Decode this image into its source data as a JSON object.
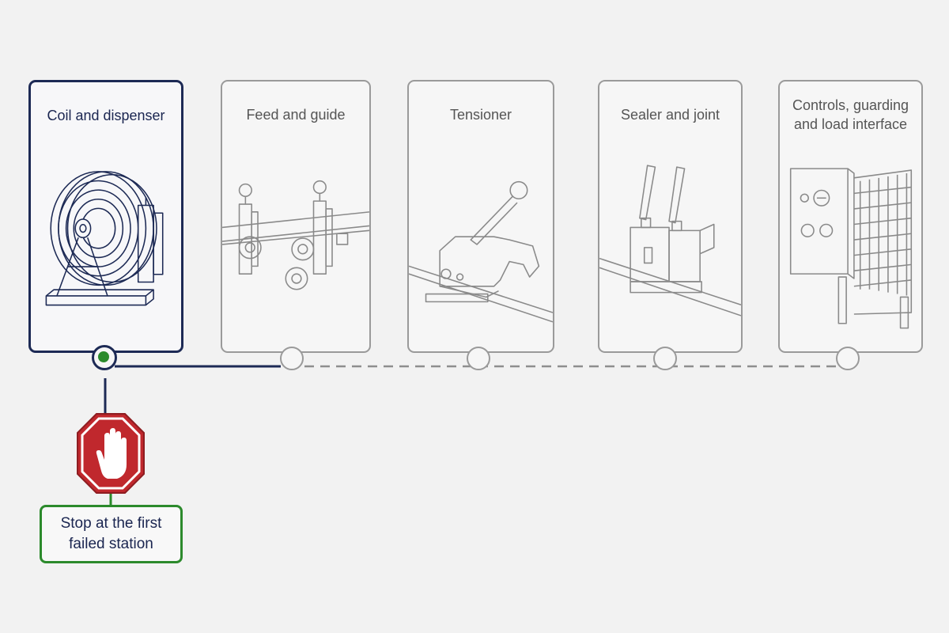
{
  "stations": [
    {
      "label": "Coil and dispenser",
      "icon": "coil-dispenser-icon",
      "state": "active"
    },
    {
      "label": "Feed and guide",
      "icon": "feed-guide-rollers-icon",
      "state": "inactive"
    },
    {
      "label": "Tensioner",
      "icon": "tensioner-icon",
      "state": "inactive"
    },
    {
      "label": "Sealer and joint",
      "icon": "sealer-joint-icon",
      "state": "inactive"
    },
    {
      "label": "Controls, guarding and load interface",
      "icon": "control-panel-guard-icon",
      "state": "inactive"
    }
  ],
  "stop": {
    "icon": "stop-hand-icon",
    "label": "Stop at the first failed station"
  },
  "colors": {
    "active_border": "#1d2a55",
    "inactive_border": "#9a9a9a",
    "current_node_dot": "#2b8a2b",
    "stop_red": "#c0282d",
    "stop_box_border": "#2c8a2c"
  }
}
